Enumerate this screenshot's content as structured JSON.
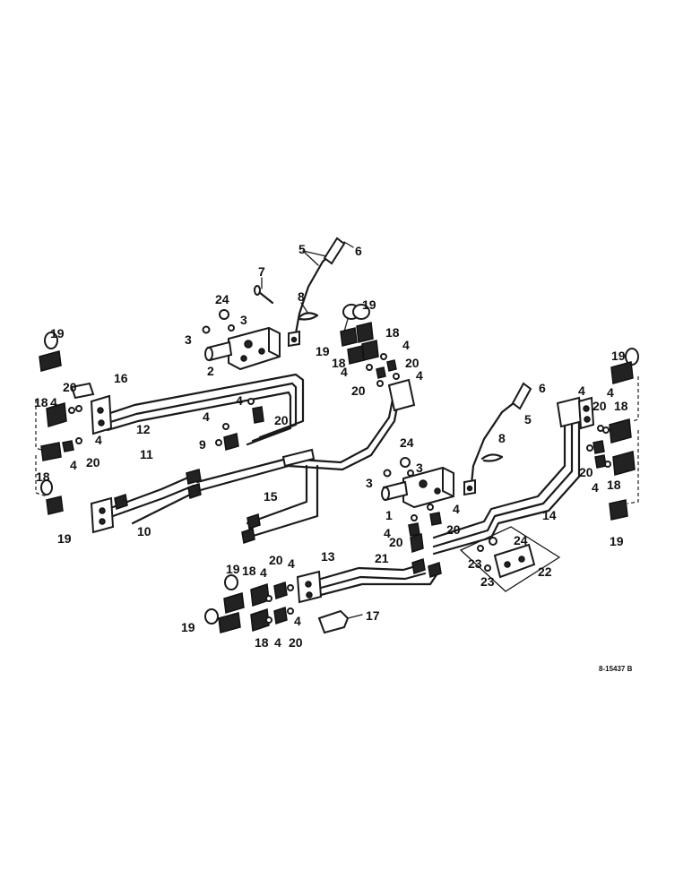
{
  "drawing_number": "8-15437 B",
  "callouts": [
    {
      "id": "c5",
      "text": "5"
    },
    {
      "id": "c6",
      "text": "6"
    },
    {
      "id": "c7",
      "text": "7"
    },
    {
      "id": "c8a",
      "text": "8"
    },
    {
      "id": "c24a",
      "text": "24"
    },
    {
      "id": "c3a",
      "text": "3"
    },
    {
      "id": "c3b",
      "text": "3"
    },
    {
      "id": "c2",
      "text": "2"
    },
    {
      "id": "c19a",
      "text": "19"
    },
    {
      "id": "c19b",
      "text": "19"
    },
    {
      "id": "c18a",
      "text": "18"
    },
    {
      "id": "c18b",
      "text": "18"
    },
    {
      "id": "c4a",
      "text": "4"
    },
    {
      "id": "c4b",
      "text": "4"
    },
    {
      "id": "c20a",
      "text": "20"
    },
    {
      "id": "c20b",
      "text": "20"
    },
    {
      "id": "c4c",
      "text": "4"
    },
    {
      "id": "c19c",
      "text": "19"
    },
    {
      "id": "c20c",
      "text": "20"
    },
    {
      "id": "c16",
      "text": "16"
    },
    {
      "id": "c18c",
      "text": "18"
    },
    {
      "id": "c4d",
      "text": "4"
    },
    {
      "id": "c4e",
      "text": "4"
    },
    {
      "id": "c12",
      "text": "12"
    },
    {
      "id": "c4f",
      "text": "4"
    },
    {
      "id": "c20d",
      "text": "20"
    },
    {
      "id": "c4g",
      "text": "4"
    },
    {
      "id": "c9",
      "text": "9"
    },
    {
      "id": "c18d",
      "text": "18"
    },
    {
      "id": "c4h",
      "text": "4"
    },
    {
      "id": "c20e",
      "text": "20"
    },
    {
      "id": "c11",
      "text": "11"
    },
    {
      "id": "c15",
      "text": "15"
    },
    {
      "id": "c10",
      "text": "10"
    },
    {
      "id": "c19d",
      "text": "19"
    },
    {
      "id": "c6b",
      "text": "6"
    },
    {
      "id": "c5b",
      "text": "5"
    },
    {
      "id": "c8b",
      "text": "8"
    },
    {
      "id": "c24b",
      "text": "24"
    },
    {
      "id": "c3c",
      "text": "3"
    },
    {
      "id": "c3d",
      "text": "3"
    },
    {
      "id": "c1",
      "text": "1"
    },
    {
      "id": "c4i",
      "text": "4"
    },
    {
      "id": "c4j",
      "text": "4"
    },
    {
      "id": "c20f",
      "text": "20"
    },
    {
      "id": "c20g",
      "text": "20"
    },
    {
      "id": "c24c",
      "text": "24"
    },
    {
      "id": "c23a",
      "text": "23"
    },
    {
      "id": "c23b",
      "text": "23"
    },
    {
      "id": "c22",
      "text": "22"
    },
    {
      "id": "c21",
      "text": "21"
    },
    {
      "id": "c14",
      "text": "14"
    },
    {
      "id": "c19e",
      "text": "19"
    },
    {
      "id": "c4k",
      "text": "4"
    },
    {
      "id": "c4l",
      "text": "4"
    },
    {
      "id": "c20h",
      "text": "20"
    },
    {
      "id": "c18e",
      "text": "18"
    },
    {
      "id": "c20i",
      "text": "20"
    },
    {
      "id": "c4m",
      "text": "4"
    },
    {
      "id": "c18f",
      "text": "18"
    },
    {
      "id": "c19f",
      "text": "19"
    },
    {
      "id": "c13",
      "text": "13"
    },
    {
      "id": "c20j",
      "text": "20"
    },
    {
      "id": "c4n",
      "text": "4"
    },
    {
      "id": "c19g",
      "text": "19"
    },
    {
      "id": "c18g",
      "text": "18"
    },
    {
      "id": "c4o",
      "text": "4"
    },
    {
      "id": "c19h",
      "text": "19"
    },
    {
      "id": "c18h",
      "text": "18"
    },
    {
      "id": "c4p",
      "text": "4"
    },
    {
      "id": "c20k",
      "text": "20"
    },
    {
      "id": "c4q",
      "text": "4"
    },
    {
      "id": "c17",
      "text": "17"
    }
  ]
}
